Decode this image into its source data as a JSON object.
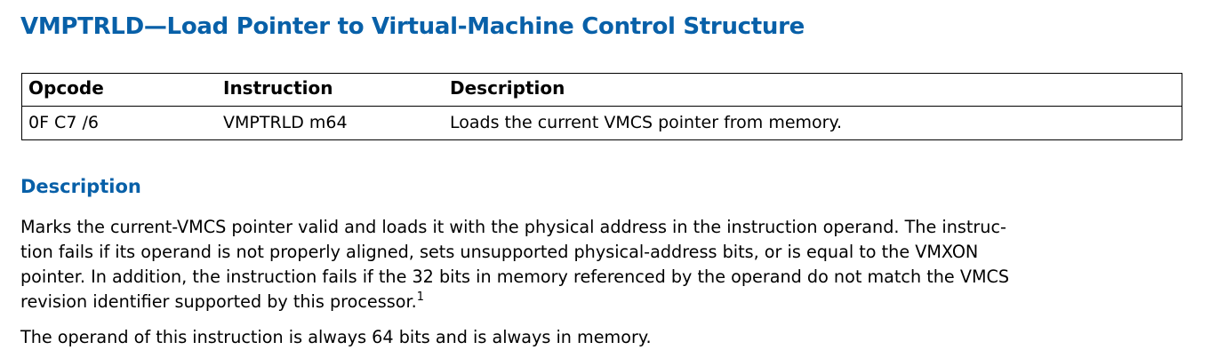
{
  "title": "VMPTRLD—Load Pointer to Virtual-Machine Control Structure",
  "opcode_table": {
    "headers": [
      "Opcode",
      "Instruction",
      "Description"
    ],
    "rows": [
      [
        "0F C7 /6",
        "VMPTRLD m64",
        "Loads the current VMCS pointer from memory."
      ]
    ]
  },
  "description": {
    "heading": "Description",
    "paragraph1_lines": [
      "Marks the current-VMCS pointer valid and loads it with the physical address in the instruction operand. The instruc-",
      "tion fails if its operand is not properly aligned, sets unsupported physical-address bits, or is equal to the VMXON",
      "pointer. In addition, the instruction fails if the 32 bits in memory referenced by the operand do not match the VMCS",
      "revision identifier supported by this processor."
    ],
    "footnote_marker": "1",
    "paragraph2": "The operand of this instruction is always 64 bits and is always in memory."
  }
}
